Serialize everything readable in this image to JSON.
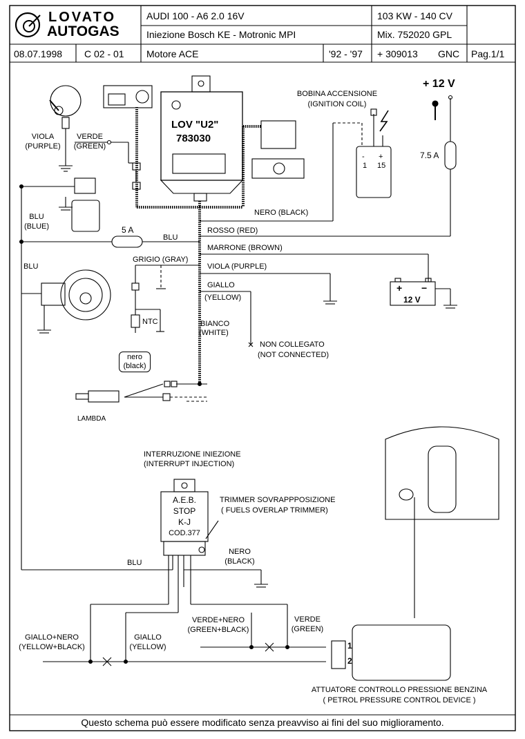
{
  "header": {
    "brand_top": "LOVATO",
    "brand_bottom": "AUTOGAS",
    "vehicle": "AUDI 100 - A6  2.0  16V",
    "injection": "Iniezione Bosch  KE - Motronic MPI",
    "power": "103 KW - 140 CV",
    "mixer": "Mix. 752020  GPL",
    "date": "08.07.1998",
    "code": "C 02 - 01",
    "engine": "Motore ACE",
    "years": "'92 - '97",
    "kit": "+ 309013",
    "fuel": "GNC",
    "page": "Pag.1/1"
  },
  "ecu": {
    "model": "LOV \"U2\"",
    "part": "783030"
  },
  "labels": {
    "ignition_coil_it": "BOBINA ACCENSIONE",
    "ignition_coil_en": "(IGNITION COIL)",
    "plus12": "+ 12 V",
    "fuse_75": "7.5 A",
    "fuse_5": "5 A",
    "coil_pin1": "1",
    "coil_pin15": "15",
    "coil_minus": "-",
    "coil_plus": "+",
    "viola_purple_a": "VIOLA",
    "viola_purple_b": "(PURPLE)",
    "verde_green_a": "VERDE",
    "verde_green_b": "(GREEN)",
    "blu_blue_a": "BLU",
    "blu_blue_b": "(BLUE)",
    "blu_1": "BLU",
    "blu_2": "BLU",
    "blu_3": "BLU",
    "nero_black": "NERO (BLACK)",
    "rosso_red": "ROSSO (RED)",
    "marrone_brown": "MARRONE (BROWN)",
    "grigio_gray": "GRIGIO (GRAY)",
    "viola_purple_c": "VIOLA (PURPLE)",
    "giallo_a": "GIALLO",
    "giallo_b": "(YELLOW)",
    "bianco_a": "BIANCO",
    "bianco_b": "(WHITE)",
    "nc_a": "NON COLLEGATO",
    "nc_b": "(NOT CONNECTED)",
    "ntc": "NTC",
    "nero_small_a": "nero",
    "nero_small_b": "(black)",
    "lambda": "LAMBDA",
    "battery": "12 V",
    "batt_plus": "+",
    "batt_minus": "−",
    "interrupt_a": "INTERRUZIONE INIEZIONE",
    "interrupt_b": "(INTERRUPT INJECTION)",
    "aeb_1": "A.E.B.",
    "aeb_2": "STOP",
    "aeb_3": "K-J",
    "aeb_4": "COD.377",
    "trimmer_a": "TRIMMER SOVRAPPPOSIZIONE",
    "trimmer_b": "( FUELS OVERLAP TRIMMER)",
    "nero_black_a": "NERO",
    "nero_black_b": "(BLACK)",
    "giallo_nero_a": "GIALLO+NERO",
    "giallo_nero_b": "(YELLOW+BLACK)",
    "giallo_c": "GIALLO",
    "giallo_d": "(YELLOW)",
    "verde_nero_a": "VERDE+NERO",
    "verde_nero_b": "(GREEN+BLACK)",
    "verde_c": "VERDE",
    "verde_d": "(GREEN)",
    "pin1": "1",
    "pin2": "2",
    "actuator_a": "ATTUATORE CONTROLLO PRESSIONE BENZINA",
    "actuator_b": "( PETROL PRESSURE CONTROL DEVICE )"
  },
  "footer": "Questo schema può essere modificato senza preavviso ai fini del suo miglioramento."
}
